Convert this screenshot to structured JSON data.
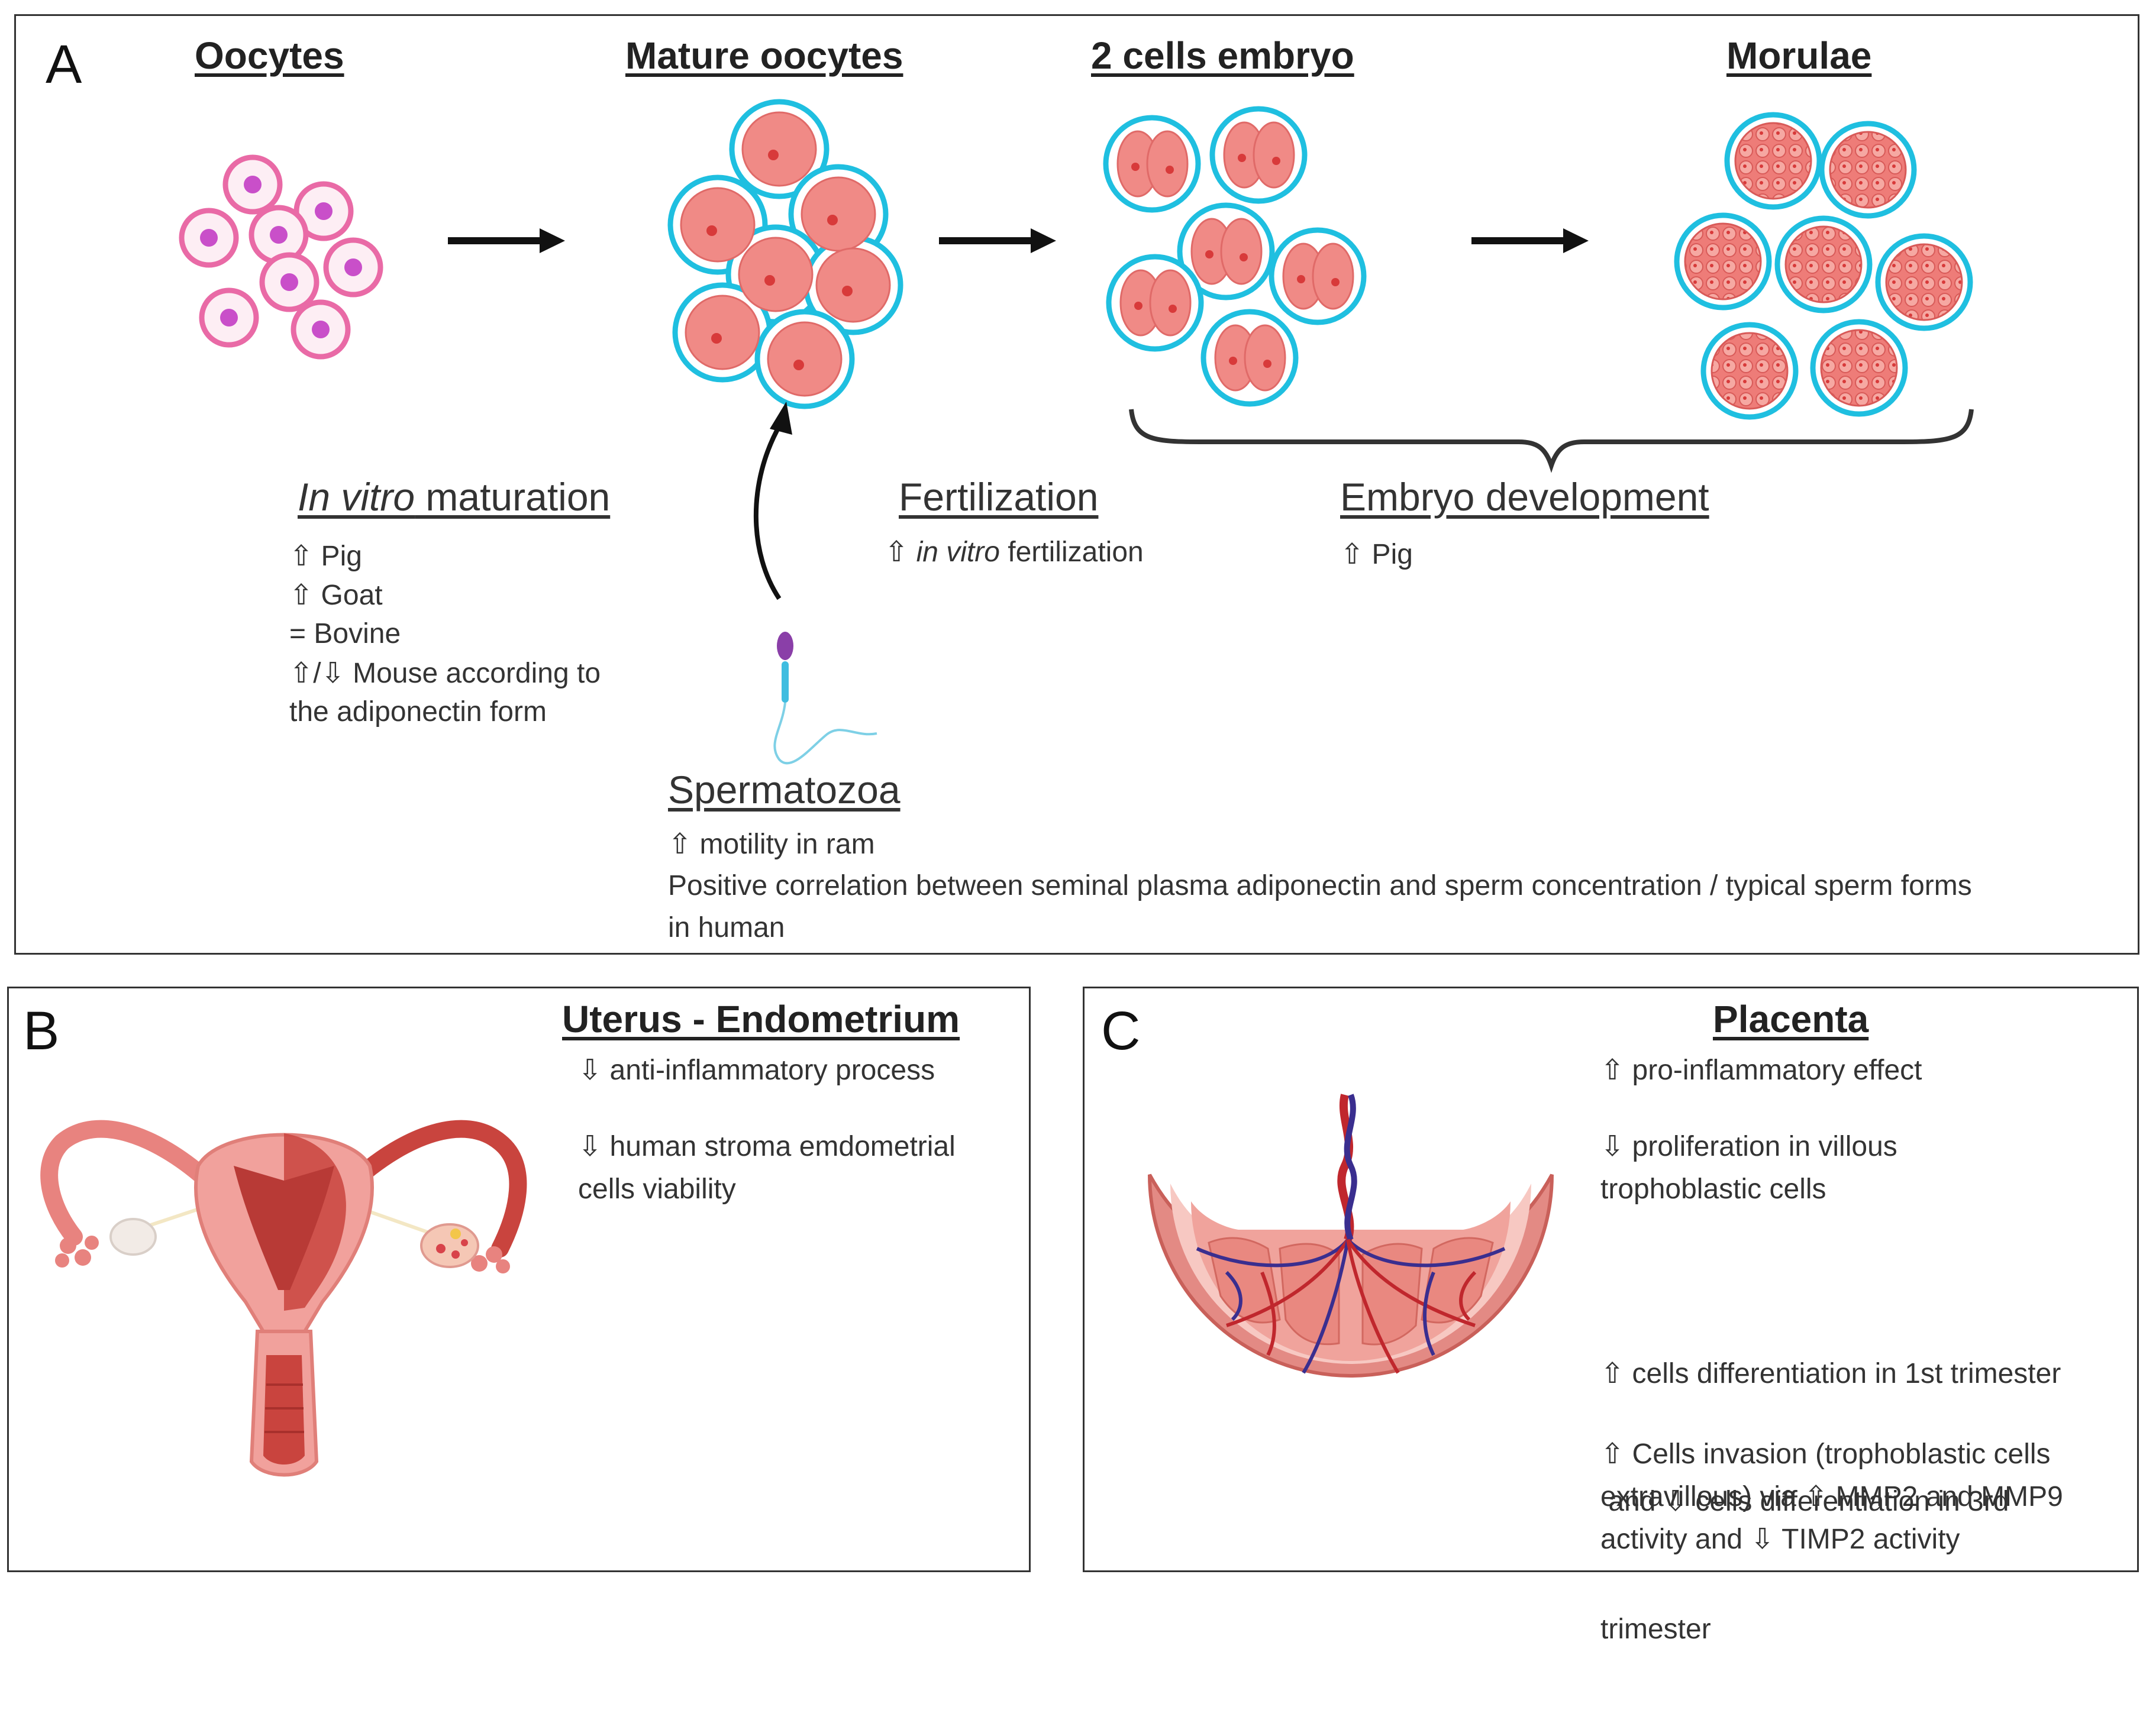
{
  "panel_a": {
    "letter": "A",
    "stages": {
      "oocytes": "Oocytes",
      "mature": "Mature oocytes",
      "two_cell": "2 cells embryo",
      "morulae": "Morulae"
    },
    "ivm": {
      "title_italic": "In vitro",
      "title_rest": " maturation",
      "lines": [
        "⇧ Pig",
        "⇧ Goat",
        "= Bovine",
        "⇧/⇩ Mouse according to",
        "the adiponectin form"
      ]
    },
    "fertilization": {
      "title": "Fertilization",
      "line_prefix": "⇧ ",
      "line_italic": "in vitro",
      "line_rest": " fertilization"
    },
    "embryo": {
      "title": "Embryo development",
      "line": "⇧ Pig"
    },
    "sperm": {
      "title": "Spermatozoa",
      "line1": "⇧ motility in ram",
      "line2": "Positive correlation between seminal plasma adiponectin and sperm concentration / typical sperm forms",
      "line3": "in human"
    }
  },
  "panel_b": {
    "letter": "B",
    "title": "Uterus - Endometrium",
    "p1": "⇩ anti-inflammatory process",
    "p2a": "⇩ human stroma emdometrial",
    "p2b": "cells viability"
  },
  "panel_c": {
    "letter": "C",
    "title": "Placenta",
    "p1": "⇧ pro-inflammatory effect",
    "p2a": "⇩ proliferation in villous",
    "p2b": "trophoblastic cells",
    "p3a": "⇧ cells differentiation in 1st trimester",
    "p3b": " and ⇩ cells differentiation in 3rd",
    "p3c": "trimester",
    "p4a": "⇧ Cells invasion (trophoblastic cells",
    "p4b": "extravillous) via ⇧ MMP2 and MMP9",
    "p4c": "activity and ⇩ TIMP2 activity"
  },
  "colors": {
    "oocyte_ring": "#e96aa6",
    "oocyte_nucleus": "#c94fc9",
    "zona": "#1fbfe0",
    "cell_fill": "#f08a86",
    "uterus": "#e8837f",
    "placenta": "#e38a84",
    "vein": "#3a2e8f",
    "artery": "#c0272d"
  }
}
